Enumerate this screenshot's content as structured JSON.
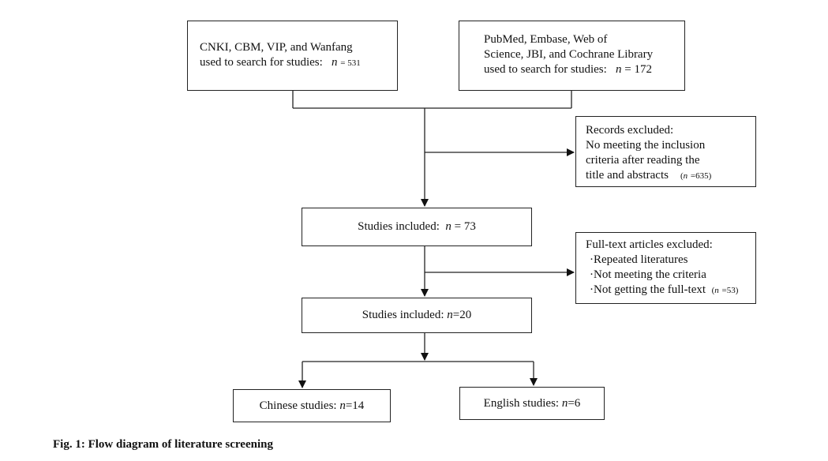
{
  "boxes": {
    "cnki": {
      "line1": "CNKI, CBM, VIP, and Wanfang",
      "line2": "used to search for studies:",
      "n_label": "n",
      "n_value": "= 531"
    },
    "pubmed": {
      "line1": "PubMed, Embase, Web of",
      "line2": "Science, JBI, and Cochrane Library",
      "line3": "used to search for studies:",
      "n_label": "n",
      "n_value": "= 172"
    },
    "records_excluded": {
      "line1": "Records excluded:",
      "line2": "No meeting the inclusion",
      "line3": "criteria after reading the",
      "line4": "title and abstracts",
      "count_open": "(",
      "n_label": "n",
      "count_value": "=635)"
    },
    "included_73": {
      "text": "Studies  included:",
      "n_label": "n",
      "n_value": "= 73"
    },
    "fulltext_excluded": {
      "line1": "Full-text articles excluded:",
      "line2": "·Repeated literatures",
      "line3": "·Not meeting the criteria",
      "line4": "·Not getting the full-text",
      "count_open": "(",
      "n_label": "n",
      "count_value": "=53)"
    },
    "included_20": {
      "text": "Studies included:",
      "n_label": "n",
      "n_value": "=20"
    },
    "chinese": {
      "text": "Chinese studies:",
      "n_label": "n",
      "n_value": "=14"
    },
    "english": {
      "text": "English studies:",
      "n_label": "n",
      "n_value": "=6"
    }
  },
  "caption": "Fig. 1: Flow diagram of literature screening"
}
